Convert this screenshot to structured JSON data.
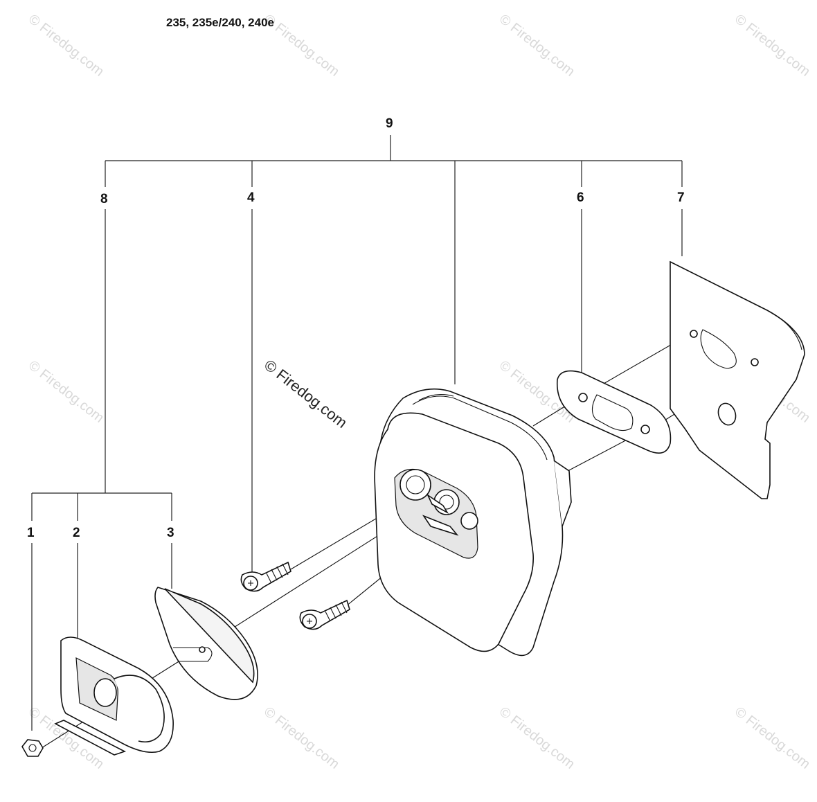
{
  "header": {
    "model_title": "235, 235e/240, 240e"
  },
  "callouts": {
    "c1": "1",
    "c2": "2",
    "c3": "3",
    "c4": "4",
    "c6": "6",
    "c7": "7",
    "c8": "8",
    "c9": "9"
  },
  "watermark": {
    "text": "© Firedog.com"
  },
  "colors": {
    "line": "#222222",
    "watermark": "#d9d9d9"
  }
}
